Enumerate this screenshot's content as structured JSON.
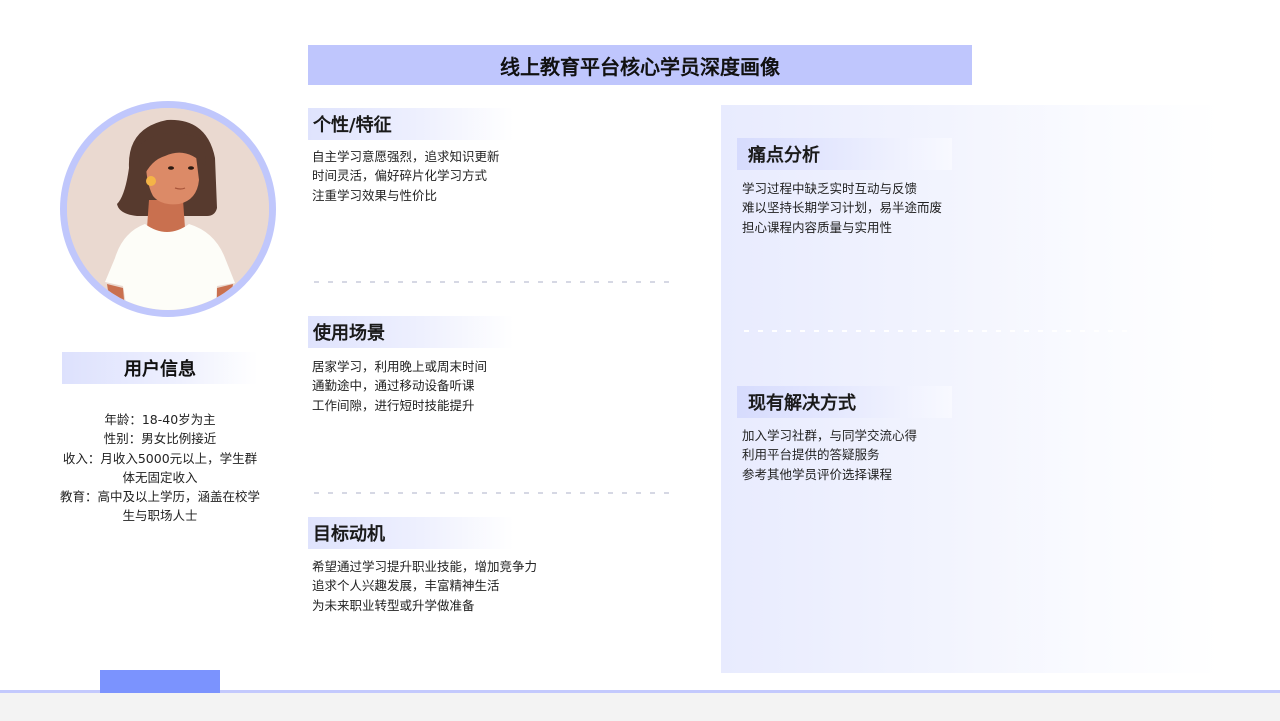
{
  "title": "线上教育平台核心学员深度画像",
  "avatar": {
    "description": "illustrated woman with shoulder-length brown hair, yellow earring, white t-shirt",
    "ring_color": "#c0c7fc",
    "bg_color": "#ead9d0"
  },
  "user_info": {
    "header": "用户信息",
    "lines": [
      "年龄：18-40岁为主",
      "性别：男女比例接近",
      "收入：月收入5000元以上，学生群体无固定收入",
      "教育：高中及以上学历，涵盖在校学生与职场人士"
    ]
  },
  "sections": {
    "traits": {
      "header": "个性/特征",
      "lines": [
        "自主学习意愿强烈，追求知识更新",
        "时间灵活，偏好碎片化学习方式",
        "注重学习效果与性价比"
      ]
    },
    "scenarios": {
      "header": "使用场景",
      "lines": [
        "居家学习，利用晚上或周末时间",
        "通勤途中，通过移动设备听课",
        "工作间隙，进行短时技能提升"
      ]
    },
    "motivation": {
      "header": "目标动机",
      "lines": [
        "希望通过学习提升职业技能，增加竞争力",
        "追求个人兴趣发展，丰富精神生活",
        "为未来职业转型或升学做准备"
      ]
    },
    "pain_points": {
      "header": "痛点分析",
      "lines": [
        "学习过程中缺乏实时互动与反馈",
        "难以坚持长期学习计划，易半途而废",
        "担心课程内容质量与实用性"
      ]
    },
    "current_solutions": {
      "header": "现有解决方式",
      "lines": [
        "加入学习社群，与同学交流心得",
        "利用平台提供的答疑服务",
        "参考其他学员评价选择课程"
      ]
    }
  },
  "colors": {
    "title_bg": "#bfc6fd",
    "accent": "#7b93fe",
    "bottom_line": "#c3c9fd",
    "panel_bg": "#e8ebfe"
  }
}
